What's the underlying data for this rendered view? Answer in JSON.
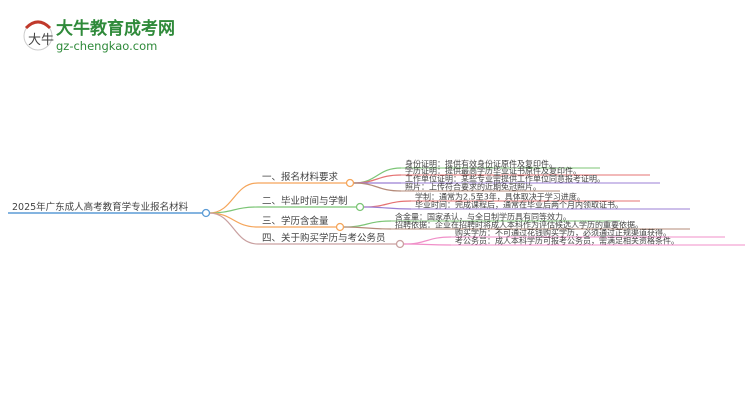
{
  "logo": {
    "name": "大牛教育成考网",
    "url": "gz-chengkao.com",
    "mark": "大牛"
  },
  "root": {
    "label": "2025年广东成人高考教育学专业报名材料",
    "color": "#5b9bd5"
  },
  "branches": [
    {
      "label": "一、报名材料要求",
      "color": "#f5a55a",
      "children": [
        {
          "label": "身份证明：提供有效身份证原件及复印件。",
          "color": "#7cc576"
        },
        {
          "label": "学历证明：提供最高学历毕业证书原件及复印件。",
          "color": "#e57373"
        },
        {
          "label": "工作单位证明：某些专业需提供工作单位同意报考证明。",
          "color": "#9b7fd4"
        },
        {
          "label": "照片：上传符合要求的近期免冠照片。",
          "color": "#b58b7a"
        }
      ]
    },
    {
      "label": "二、毕业时间与学制",
      "color": "#7cc576",
      "children": [
        {
          "label": "学制：通常为2.5至3年，具体取决于学习进度。",
          "color": "#e57373"
        },
        {
          "label": "毕业时间：完成课程后，通常在毕业后两个月内领取证书。",
          "color": "#9b7fd4"
        }
      ]
    },
    {
      "label": "三、学历含金量",
      "color": "#f5a55a",
      "children": [
        {
          "label": "含金量：国家承认，与全日制学历具有同等效力。",
          "color": "#7cc576"
        },
        {
          "label": "招聘依据：企业在招聘时将成人本科作为评估候选人学历的重要依据。",
          "color": "#b58b7a"
        }
      ]
    },
    {
      "label": "四、关于购买学历与考公务员",
      "color": "#c9a0a0",
      "children": [
        {
          "label": "购买学历：不可通过花钱购买学历，必须通过正规渠道获得。",
          "color": "#f08fc8"
        },
        {
          "label": "考公务员：成人本科学历可报考公务员，需满足相关资格条件。",
          "color": "#f08fc8"
        }
      ]
    }
  ]
}
